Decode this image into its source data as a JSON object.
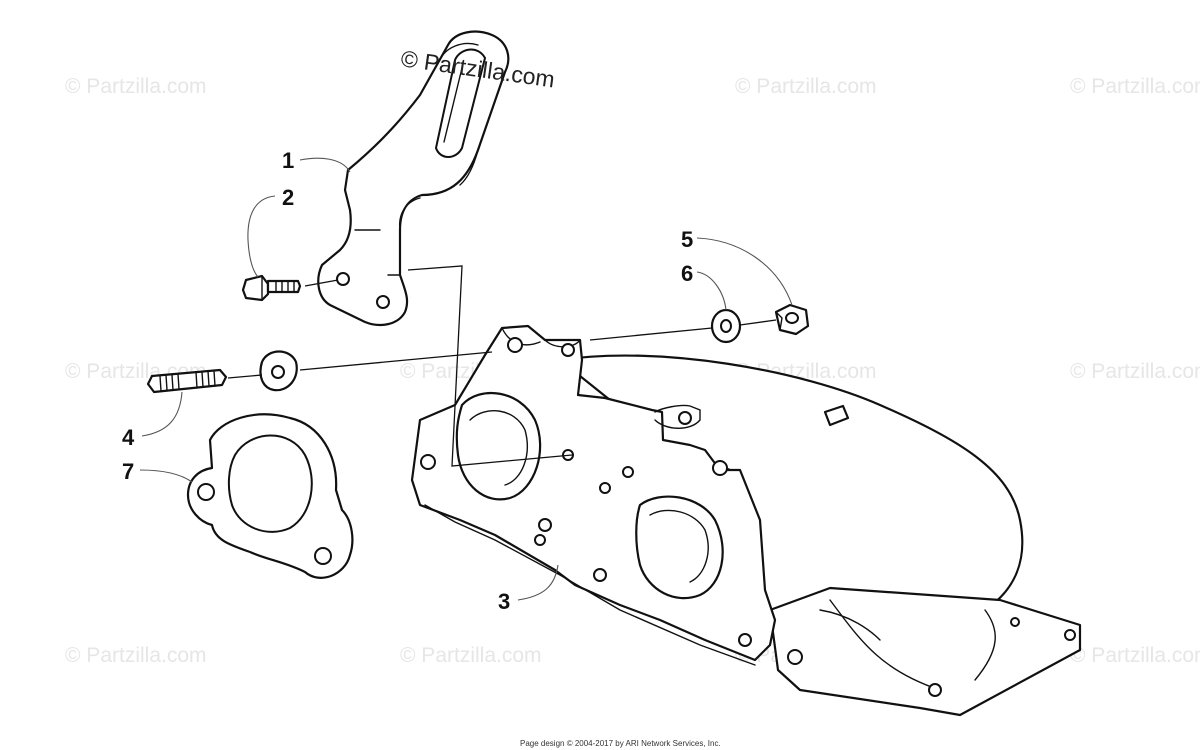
{
  "watermark": {
    "main": "© Partzilla.com",
    "repeat": "© Partzilla.com"
  },
  "callouts": {
    "c1": "1",
    "c2": "2",
    "c3": "3",
    "c4": "4",
    "c5": "5",
    "c6": "6",
    "c7": "7"
  },
  "footer": {
    "text": "Page design © 2004-2017 by ARI Network Services, Inc."
  }
}
